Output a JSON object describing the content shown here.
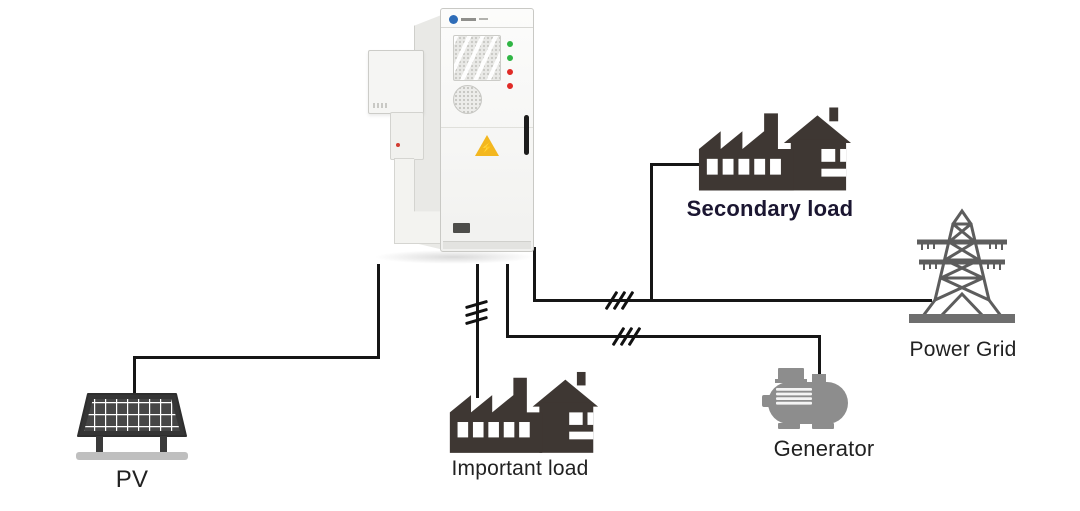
{
  "diagram": {
    "type": "energy-storage-system-wiring",
    "nodes": {
      "cabinet": {
        "name": "battery-energy-storage-cabinet",
        "indicator_lights": [
          "green",
          "green",
          "red",
          "red"
        ],
        "warning_symbol": "⚡",
        "logo_color": "#2f6db8"
      },
      "pv": {
        "label": "PV"
      },
      "important_load": {
        "label": "Important load"
      },
      "secondary_load": {
        "label": "Secondary load"
      },
      "power_grid": {
        "label": "Power Grid"
      },
      "generator": {
        "label": "Generator"
      }
    },
    "connections": [
      {
        "from": "cabinet",
        "to": "pv",
        "breaker": false
      },
      {
        "from": "cabinet",
        "to": "important_load",
        "breaker": true
      },
      {
        "from": "cabinet",
        "to": "generator",
        "breaker": true
      },
      {
        "from": "cabinet",
        "to": "power_grid",
        "breaker": true
      },
      {
        "from": "secondary_load",
        "to": "power_grid_line",
        "breaker": false
      }
    ],
    "colors": {
      "wire": "#161616",
      "factory_icon": "#3e3733",
      "tower_icon": "#5d5d5d",
      "generator_icon": "#8d8d8d",
      "pv_cells": "#424242",
      "secondary_label": "#1b1631",
      "label": "#212121",
      "light_green": "#2fb544",
      "light_red": "#e02b27",
      "warning_yellow": "#f3b71f"
    }
  }
}
